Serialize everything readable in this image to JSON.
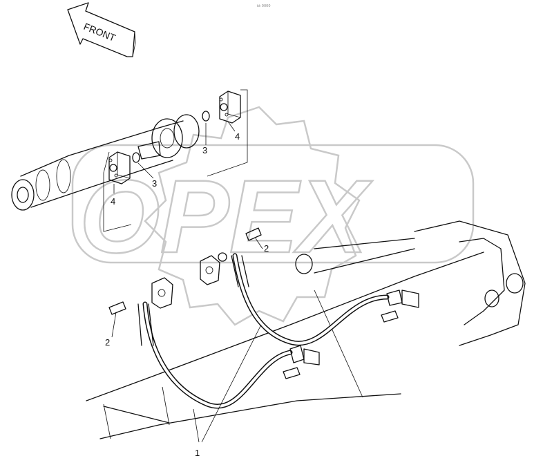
{
  "direction_arrow": {
    "label": "FRONT"
  },
  "watermark": {
    "text": "OPEX"
  },
  "header_mark": "№ 0000",
  "callouts": [
    {
      "id": "c1",
      "label": "1"
    },
    {
      "id": "c2a",
      "label": "2"
    },
    {
      "id": "c2b",
      "label": "2"
    },
    {
      "id": "c3a",
      "label": "3"
    },
    {
      "id": "c3b",
      "label": "3"
    },
    {
      "id": "c4a",
      "label": "4"
    },
    {
      "id": "c4b",
      "label": "4"
    }
  ]
}
